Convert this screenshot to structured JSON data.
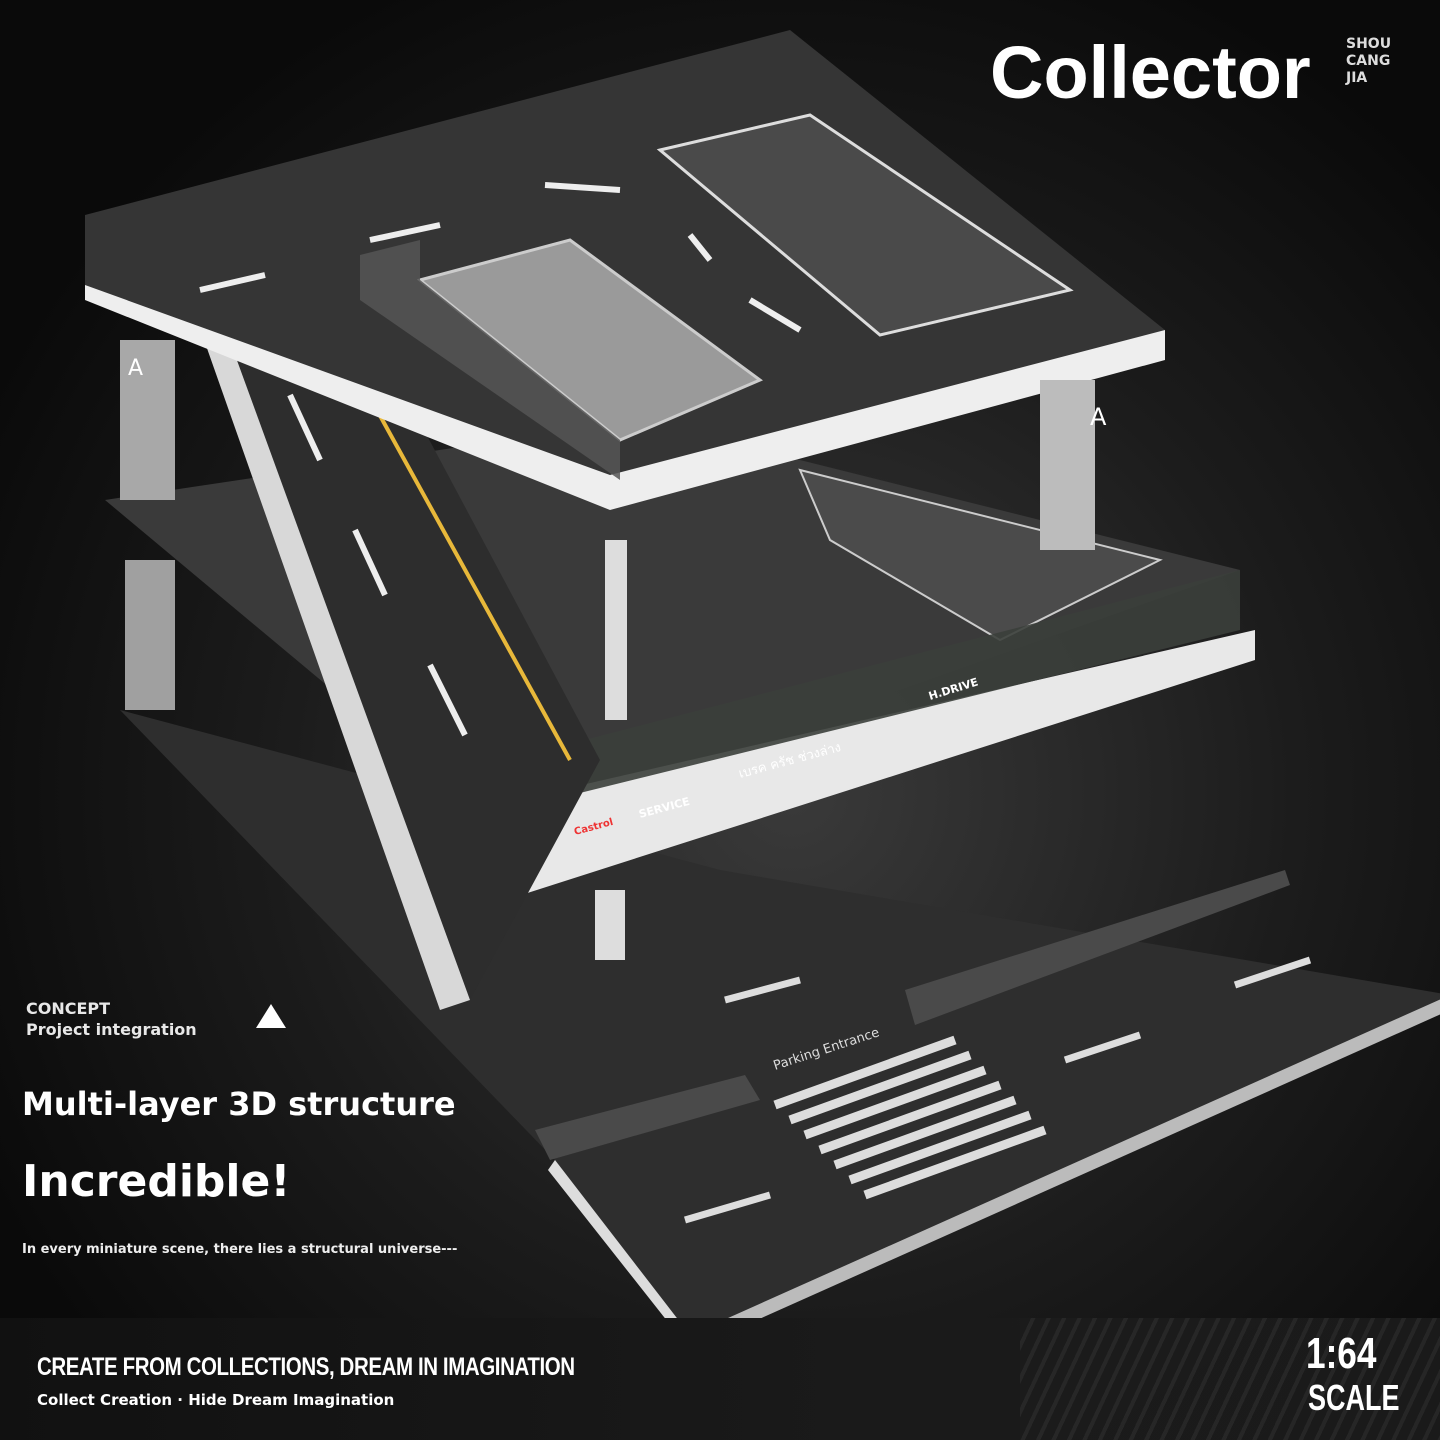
{
  "brand": {
    "name": "Collector",
    "sub_lines": [
      "SHOU",
      "CANG",
      "JIA"
    ]
  },
  "concept": {
    "title": "CONCEPT",
    "subtitle": "Project integration"
  },
  "headline": "Multi-layer 3D structure",
  "exclaim": "Incredible!",
  "tagline": "In every miniature scene, there lies a structural universe---",
  "footer": {
    "slogan": "CREATE FROM COLLECTIONS, DREAM IN IMAGINATION",
    "sub_slogan": "Collect Creation · Hide Dream Imagination",
    "scale_value": "1:64",
    "scale_label": "SCALE"
  },
  "model_labels": {
    "pillar": "A",
    "entrance": "Parking Entrance",
    "hdrive": "H.DRIVE",
    "service": "SERVICE",
    "castrol": "Castrol",
    "thai_sign": "เบรค ครัช ช่วงล่าง"
  }
}
